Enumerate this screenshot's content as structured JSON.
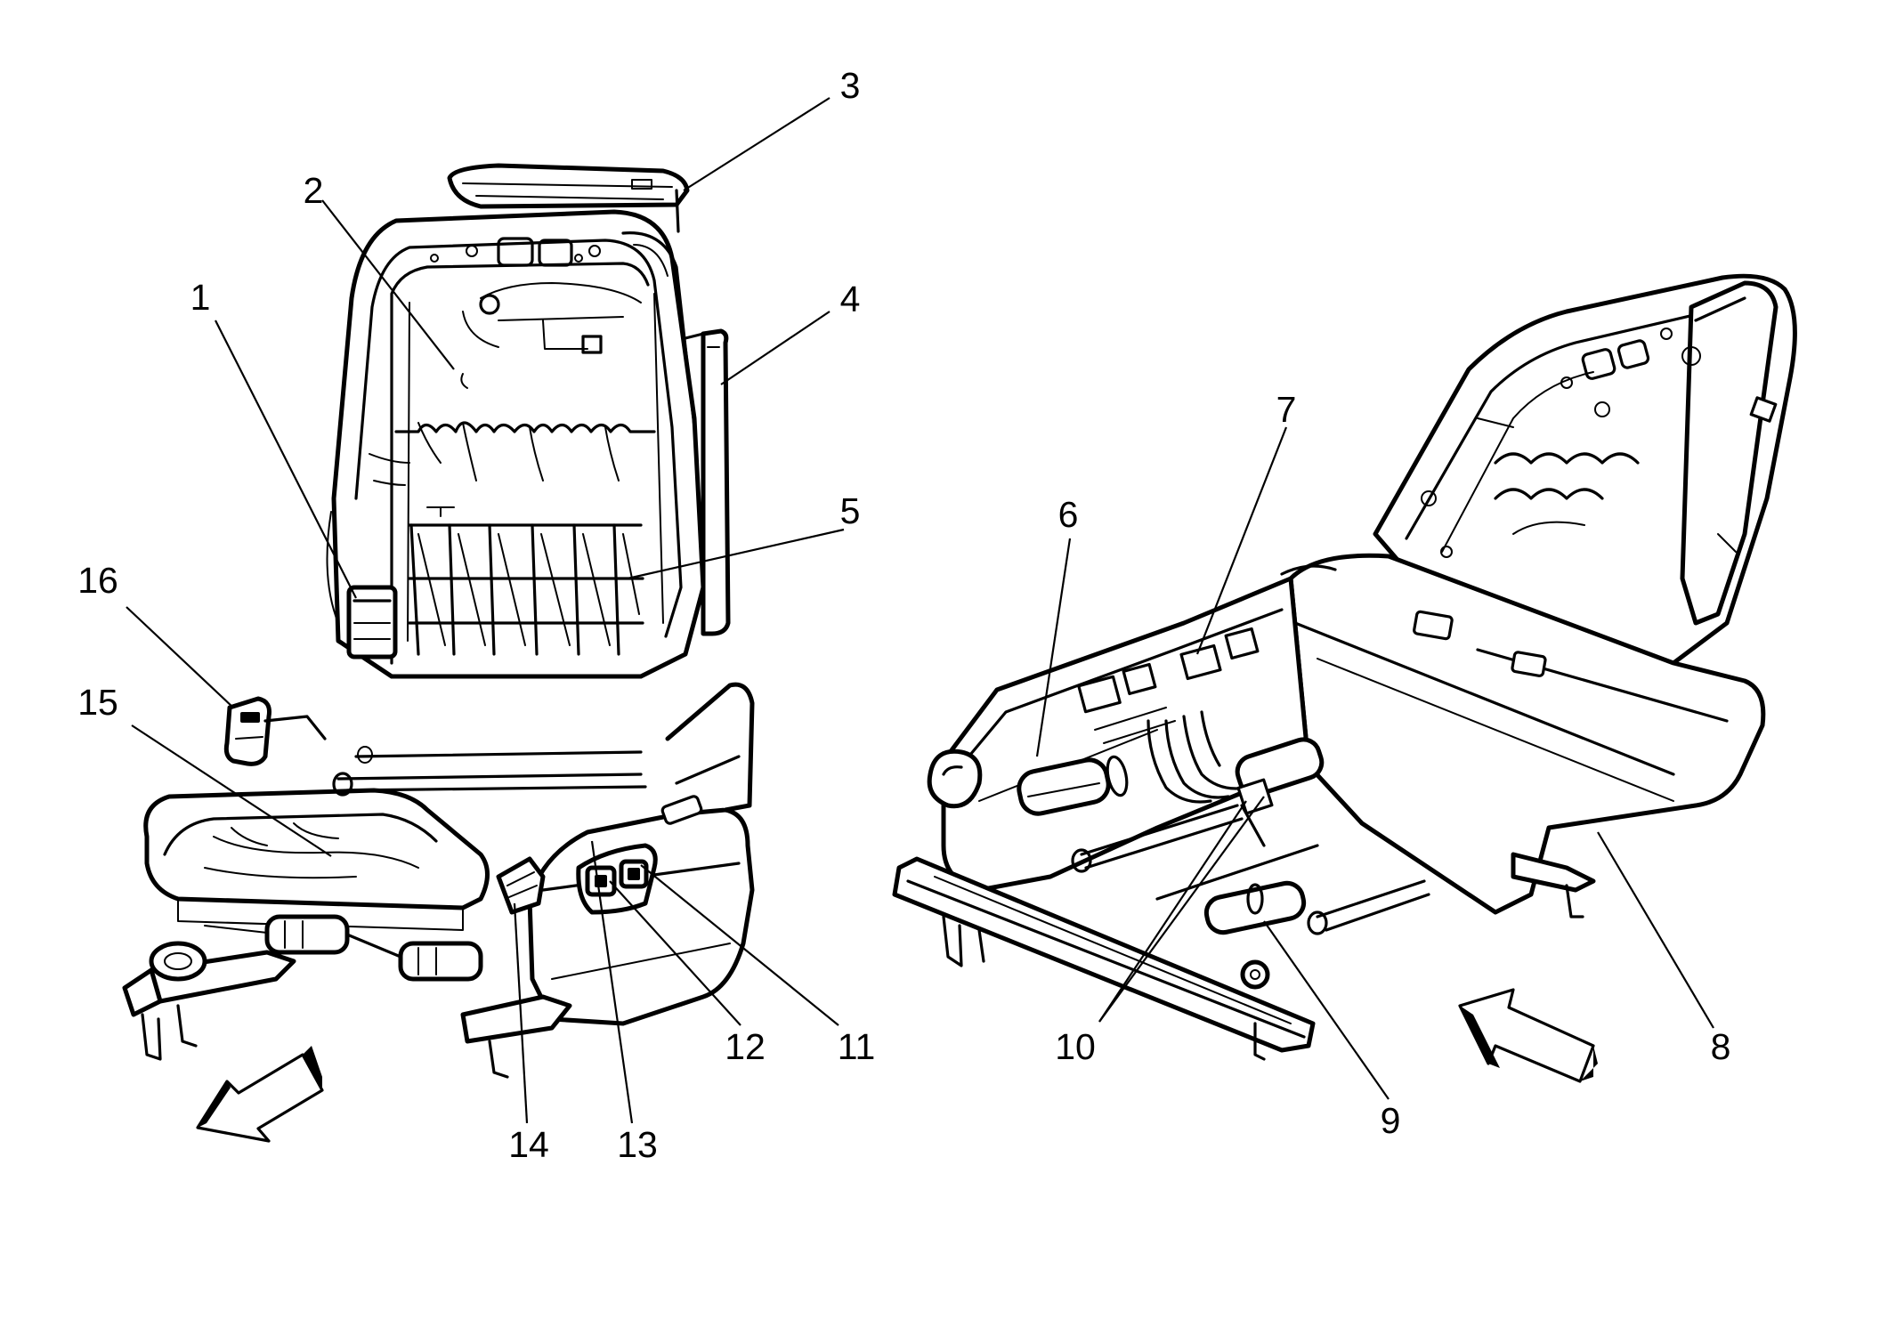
{
  "figure": {
    "background_color": "#ffffff",
    "line_color": "#000000",
    "views": [
      {
        "name": "seat-front-view"
      },
      {
        "name": "seat-underside-view"
      }
    ]
  },
  "callouts": [
    {
      "id": "1",
      "label": "1"
    },
    {
      "id": "2",
      "label": "2"
    },
    {
      "id": "3",
      "label": "3"
    },
    {
      "id": "4",
      "label": "4"
    },
    {
      "id": "5",
      "label": "5"
    },
    {
      "id": "6",
      "label": "6"
    },
    {
      "id": "7",
      "label": "7"
    },
    {
      "id": "8",
      "label": "8"
    },
    {
      "id": "9",
      "label": "9"
    },
    {
      "id": "10",
      "label": "10"
    },
    {
      "id": "11",
      "label": "11"
    },
    {
      "id": "12",
      "label": "12"
    },
    {
      "id": "13",
      "label": "13"
    },
    {
      "id": "14",
      "label": "14"
    },
    {
      "id": "15",
      "label": "15"
    },
    {
      "id": "16",
      "label": "16"
    }
  ],
  "arrows": [
    {
      "name": "front-direction-arrow-left",
      "icon": "outlined-arrow-down-left"
    },
    {
      "name": "front-direction-arrow-right",
      "icon": "outlined-arrow-up-left"
    }
  ]
}
